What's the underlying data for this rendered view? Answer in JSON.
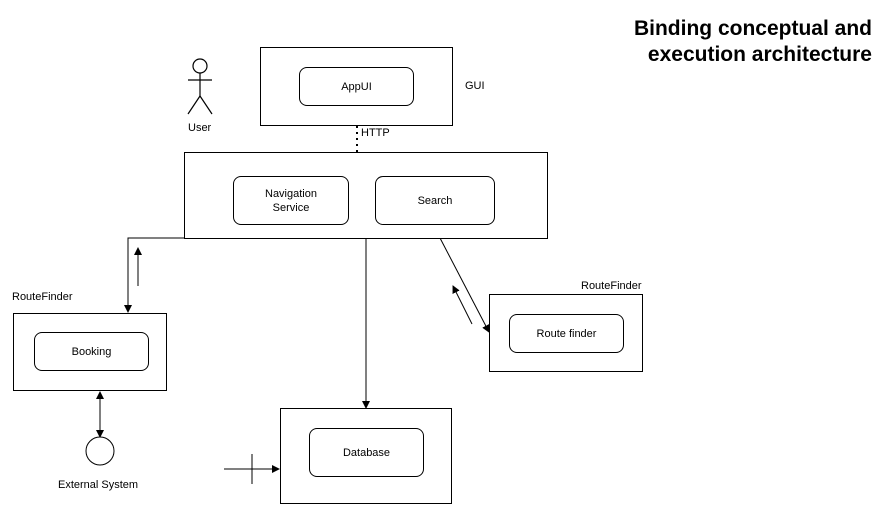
{
  "title": "Binding conceptual and\nexecution architecture",
  "actor": {
    "label": "User"
  },
  "gui": {
    "label": "GUI",
    "component": "AppUI"
  },
  "connector": {
    "label": "HTTP"
  },
  "server": {
    "components": [
      "Navigation\nService",
      "Search"
    ]
  },
  "booking_node": {
    "label": "RouteFinder",
    "component": "Booking"
  },
  "routefinder_node": {
    "label": "RouteFinder",
    "component": "Route finder"
  },
  "database_node": {
    "component": "Database"
  },
  "external": {
    "label": "External System"
  }
}
